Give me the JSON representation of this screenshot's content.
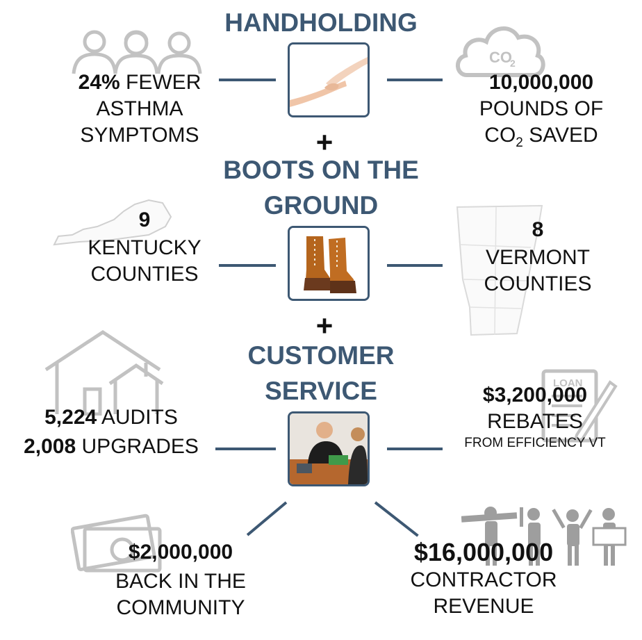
{
  "headings": {
    "handholding": "HANDHOLDING",
    "boots_line1": "BOOTS ON THE",
    "boots_line2": "GROUND",
    "customer_line1": "CUSTOMER",
    "customer_line2": "SERVICE",
    "plus": "+"
  },
  "stats": {
    "asthma": {
      "value": "24%",
      "line1": "FEWER",
      "line2": "ASTHMA",
      "line3": "SYMPTOMS"
    },
    "co2": {
      "value": "10,000,000",
      "line1": "POUNDS OF",
      "line2_pre": "CO",
      "line2_sub": "2",
      "line2_post": " SAVED",
      "icon_text": "CO",
      "icon_sub": "2"
    },
    "kentucky": {
      "value": "9",
      "line1": "KENTUCKY",
      "line2": "COUNTIES"
    },
    "vermont": {
      "value": "8",
      "line1": "VERMONT",
      "line2": "COUNTIES"
    },
    "audits": {
      "value1": "5,224",
      "label1": "AUDITS",
      "value2": "2,008",
      "label2": "UPGRADES"
    },
    "rebates": {
      "value": "$3,200,000",
      "line1": "REBATES",
      "line2": "FROM EFFICIENCY VT",
      "icon_text": "LOAN"
    },
    "community": {
      "value": "$2,000,000",
      "line1": "BACK IN THE",
      "line2": "COMMUNITY"
    },
    "contractor": {
      "value": "$16,000,000",
      "line1": "CONTRACTOR",
      "line2": "REVENUE"
    }
  },
  "colors": {
    "heading": "#3d5873",
    "icon_gray": "#bdbdbd",
    "text": "#111111"
  },
  "icons": [
    "people-icon",
    "cloud-icon",
    "kentucky-map-icon",
    "vermont-map-icon",
    "house-icon",
    "loan-form-icon",
    "money-icon",
    "workers-icon",
    "handholding-photo",
    "boots-photo",
    "customer-service-photo"
  ]
}
